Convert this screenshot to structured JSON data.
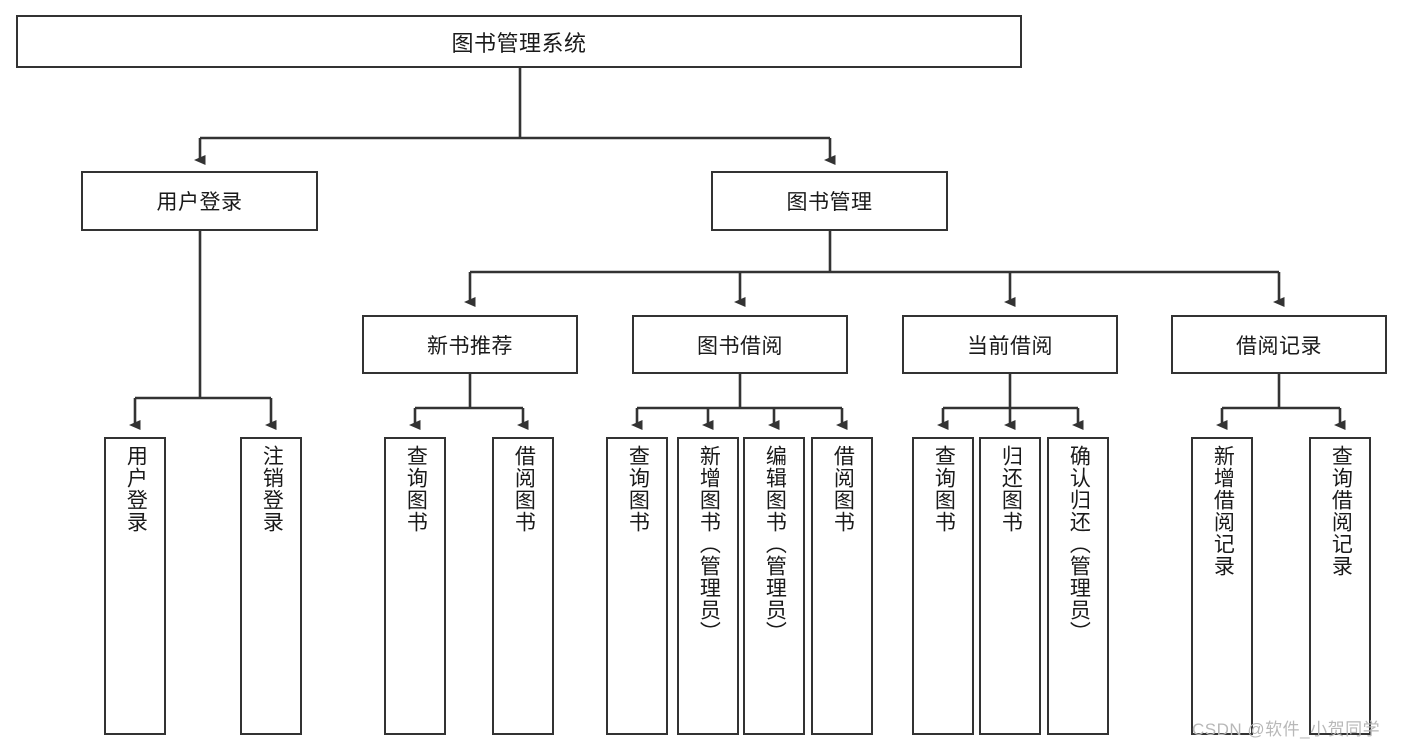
{
  "diagram": {
    "title": "图书管理系统",
    "type": "tree-hierarchy",
    "colors": {
      "box_border": "#333333",
      "box_fill": "#ffffff",
      "edge": "#333333",
      "text": "#1a1a1a",
      "watermark": "#b8b8b8",
      "background": "#ffffff"
    },
    "root": {
      "label": "图书管理系统"
    },
    "level1": [
      {
        "label": "用户登录"
      },
      {
        "label": "图书管理"
      }
    ],
    "level2": [
      {
        "label": "新书推荐"
      },
      {
        "label": "图书借阅"
      },
      {
        "label": "当前借阅"
      },
      {
        "label": "借阅记录"
      }
    ],
    "leaves": {
      "user_login": [
        {
          "label": "用户登录"
        },
        {
          "label": "注销登录"
        }
      ],
      "new_book_recommend": [
        {
          "label": "查询图书"
        },
        {
          "label": "借阅图书"
        }
      ],
      "book_borrow": [
        {
          "label": "查询图书"
        },
        {
          "label": "新增图书（管理员）"
        },
        {
          "label": "编辑图书（管理员）"
        },
        {
          "label": "借阅图书"
        }
      ],
      "current_borrow": [
        {
          "label": "查询图书"
        },
        {
          "label": "归还图书"
        },
        {
          "label": "确认归还（管理员）"
        }
      ],
      "borrow_record": [
        {
          "label": "新增借阅记录"
        },
        {
          "label": "查询借阅记录"
        }
      ]
    }
  },
  "watermark": {
    "text": "CSDN @软件_小贺同学"
  }
}
